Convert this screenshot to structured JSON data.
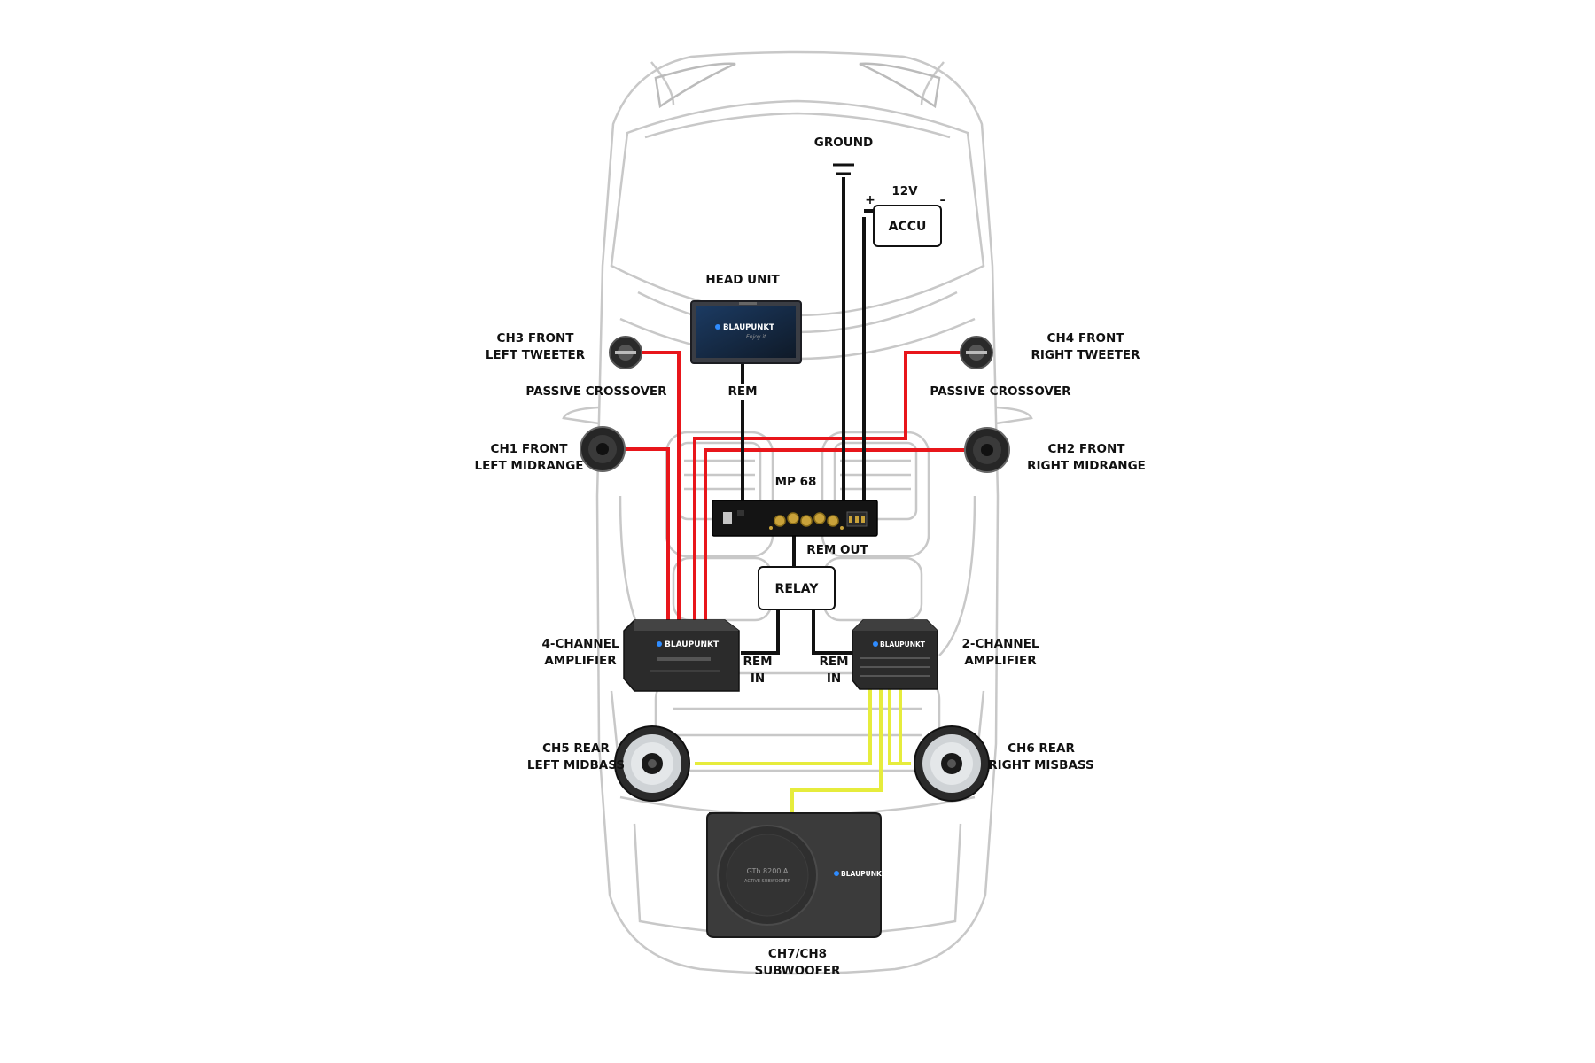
{
  "labels": {
    "ground": "GROUND",
    "volt": "12V",
    "plus": "+",
    "minus": "–",
    "accu": "ACCU",
    "head_unit": "HEAD UNIT",
    "rem": "REM",
    "mp68": "MP 68",
    "rem_out": "REM OUT",
    "relay": "RELAY",
    "rem_in_left": [
      "REM",
      "IN"
    ],
    "rem_in_right": [
      "REM",
      "IN"
    ],
    "ch3": [
      "CH3 FRONT",
      "LEFT TWEETER"
    ],
    "ch4": [
      "CH4 FRONT",
      "RIGHT TWEETER"
    ],
    "crossover_left": "PASSIVE CROSSOVER",
    "crossover_right": "PASSIVE CROSSOVER",
    "ch1": [
      "CH1 FRONT",
      "LEFT MIDRANGE"
    ],
    "ch2": [
      "CH2 FRONT",
      "RIGHT MIDRANGE"
    ],
    "amp4": [
      "4-CHANNEL",
      "AMPLIFIER"
    ],
    "amp2": [
      "2-CHANNEL",
      "AMPLIFIER"
    ],
    "ch5": [
      "CH5 REAR",
      "LEFT MIDBASS"
    ],
    "ch6": [
      "CH6 REAR",
      "RIGHT MISBASS"
    ],
    "sub": [
      "CH7/CH8",
      "SUBWOOFER"
    ]
  },
  "device_text": {
    "head_unit_brand": "BLAUPUNKT",
    "head_unit_tagline": "Enjoy it.",
    "amp4_brand": "BLAUPUNKT",
    "amp2_brand": "BLAUPUNKT",
    "sub_brand": "BLAUPUNKT"
  },
  "colors": {
    "speaker_wire": "#e8161b",
    "sub_wire": "#e6ec3c",
    "control_wire": "#111111",
    "car_outline": "#c8c8c8"
  }
}
